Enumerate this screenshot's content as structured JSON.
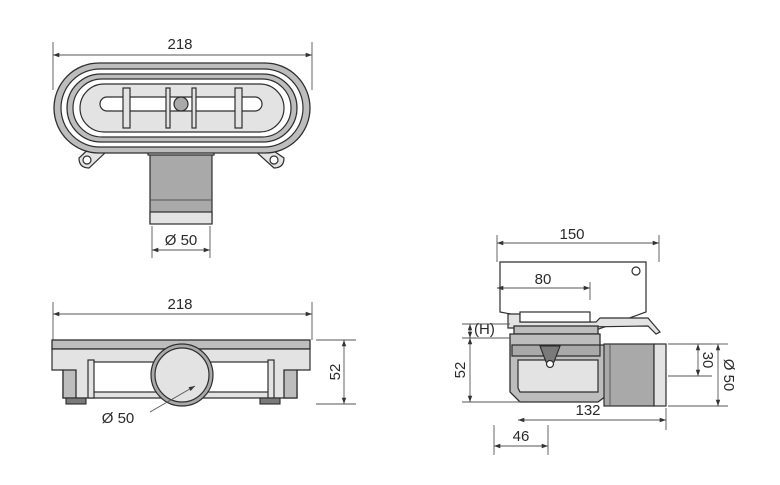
{
  "top_view": {
    "width_label": "218",
    "outlet_diameter_label": "Ø 50"
  },
  "front_view": {
    "width_label": "218",
    "height_label": "52",
    "outlet_diameter_label": "Ø 50"
  },
  "side_view": {
    "overall_width_label": "150",
    "grate_width_label": "80",
    "adjustable_height_label": "(H)",
    "height_label": "52",
    "outlet_height_label": "30",
    "outlet_diameter_label": "Ø 50",
    "length_label": "132",
    "offset_label": "46"
  },
  "colors": {
    "line": "#4a4a4a",
    "body": "#bdbdbd",
    "light": "#e3e3e3"
  }
}
